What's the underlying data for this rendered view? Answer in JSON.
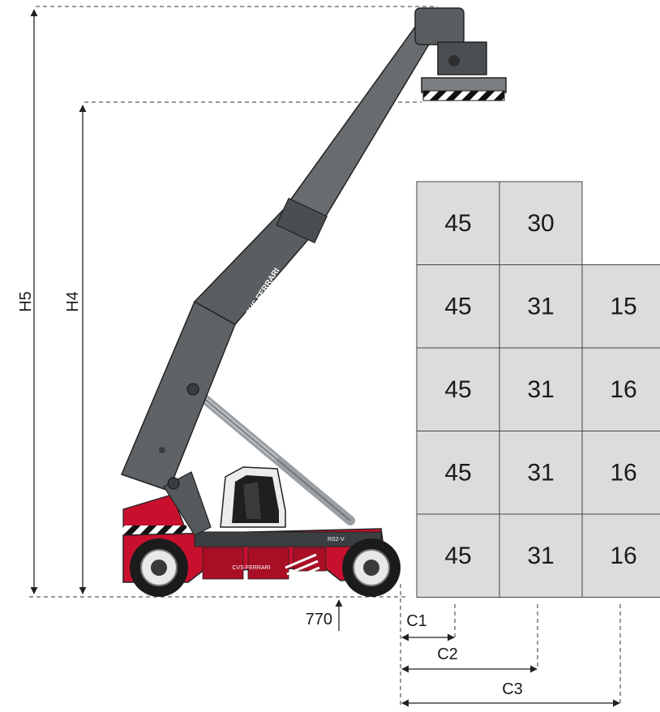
{
  "dimensions": {
    "h5": "H5",
    "h4": "H4",
    "ground_clearance": "770",
    "c1": "C1",
    "c2": "C2",
    "c3": "C3"
  },
  "machine": {
    "boom_brand": "CVS FERRARI",
    "model": "RS2-V",
    "body_logo": "CVS FERRARI",
    "colors": {
      "boom": "#5a5e60",
      "body": "#c8102e",
      "dark": "#2b2b2b"
    }
  },
  "capacity_table": {
    "cell_color": "#dcdcdc",
    "rows": [
      [
        "45",
        "30",
        ""
      ],
      [
        "45",
        "31",
        "15"
      ],
      [
        "45",
        "31",
        "16"
      ],
      [
        "45",
        "31",
        "16"
      ],
      [
        "45",
        "31",
        "16"
      ]
    ]
  }
}
